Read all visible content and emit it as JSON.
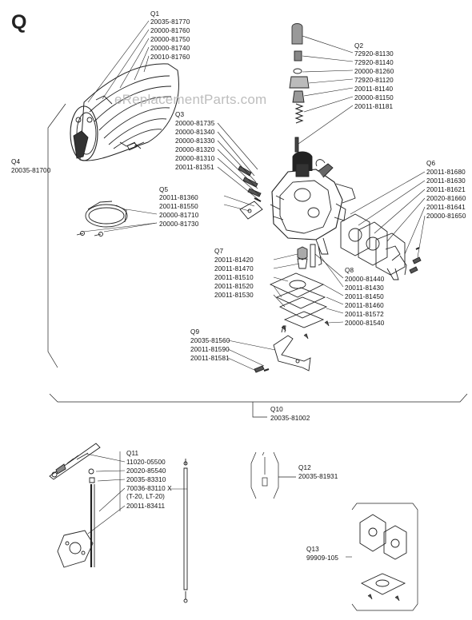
{
  "section_letter": "Q",
  "watermark": "eReplacementParts.com",
  "groups": {
    "q1": {
      "title": "Q1",
      "parts": [
        "20035-81770",
        "20000-81760",
        "20000-81750",
        "20000-81740",
        "20010-81760"
      ]
    },
    "q2": {
      "title": "Q2",
      "parts": [
        "72920-81130",
        "72920-81140",
        "20000-81260",
        "72920-81120",
        "20011-81140",
        "20000-81150",
        "20011-81181"
      ]
    },
    "q3": {
      "title": "Q3",
      "parts": [
        "20000-81735",
        "20000-81340",
        "20000-81330",
        "20000-81320",
        "20000-81310",
        "20011-81351"
      ]
    },
    "q4": {
      "title": "Q4",
      "parts": [
        "20035-81700"
      ]
    },
    "q5": {
      "title": "Q5",
      "parts": [
        "20011-81360",
        "20011-81550",
        "20000-81710",
        "20000-81730"
      ]
    },
    "q6": {
      "title": "Q6",
      "parts": [
        "20011-81680",
        "20011-81630",
        "20011-81621",
        "20020-81660",
        "20011-81641",
        "20000-81650"
      ]
    },
    "q7": {
      "title": "Q7",
      "parts": [
        "20011-81420",
        "20011-81470",
        "20011-81510",
        "20011-81520",
        "20011-81530"
      ]
    },
    "q8": {
      "title": "Q8",
      "parts": [
        "20000-81440",
        "20011-81430",
        "20011-81450",
        "20011-81460",
        "20011-81572",
        "20000-81540"
      ]
    },
    "q9": {
      "title": "Q9",
      "parts": [
        "20035-81560",
        "20011-81590",
        "20011-81581"
      ]
    },
    "q10": {
      "title": "Q10",
      "parts": [
        "20035-81002"
      ]
    },
    "q11": {
      "title": "Q11",
      "parts": [
        "11020-05500",
        "20020-85540",
        "20035-83310",
        "70036-83110 X",
        "(T-20, LT-20)",
        "20011-83411"
      ]
    },
    "q12": {
      "title": "Q12",
      "parts": [
        "20035-81931"
      ]
    },
    "q13": {
      "title": "Q13",
      "parts": [
        "99909-105"
      ]
    }
  }
}
